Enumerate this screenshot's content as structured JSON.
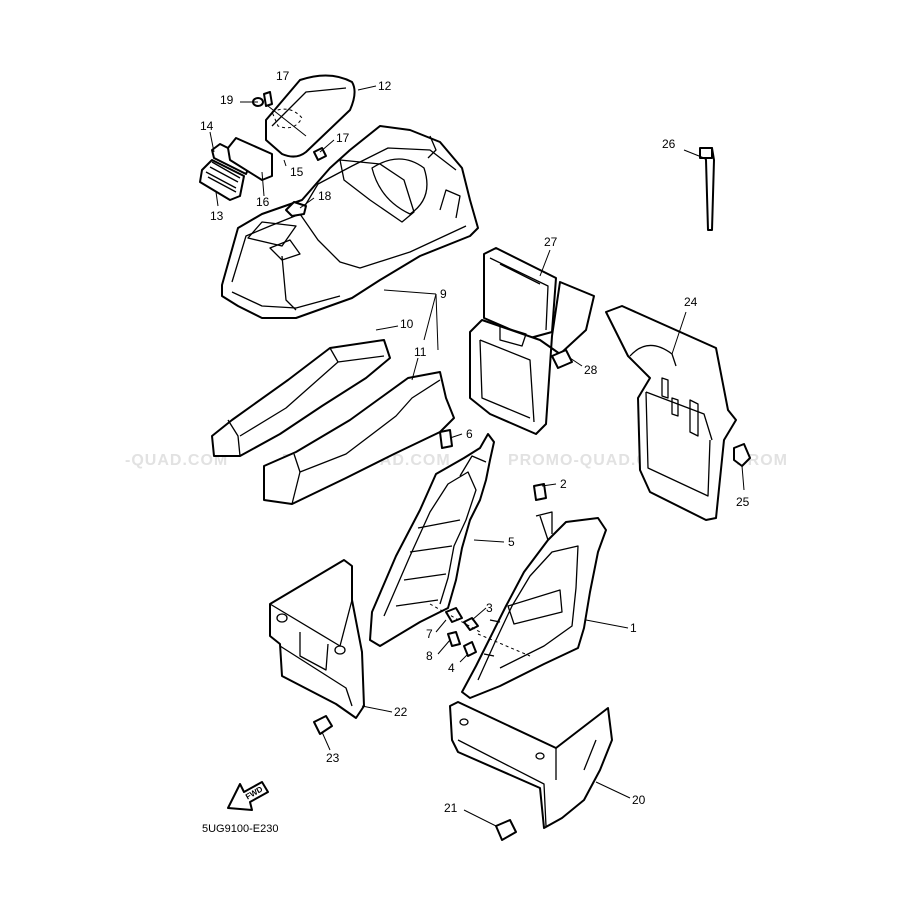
{
  "diagram_code": "5UG9100-E230",
  "watermark": "PROMO-QUAD.COM",
  "watermark_partials": {
    "left": "-QUAD.COM",
    "right": "PROM"
  },
  "fwd_label": "FWD",
  "callouts": {
    "p1": "1",
    "p2": "2",
    "p3": "3",
    "p4": "4",
    "p5": "5",
    "p6": "6",
    "p7": "7",
    "p8": "8",
    "p9": "9",
    "p10": "10",
    "p11": "11",
    "p12": "12",
    "p13": "13",
    "p14": "14",
    "p15": "15",
    "p16": "16",
    "p17a": "17",
    "p17b": "17",
    "p18": "18",
    "p19": "19",
    "p20": "20",
    "p21": "21",
    "p22": "22",
    "p23": "23",
    "p24": "24",
    "p25": "25",
    "p26": "26",
    "p27": "27",
    "p28": "28"
  }
}
